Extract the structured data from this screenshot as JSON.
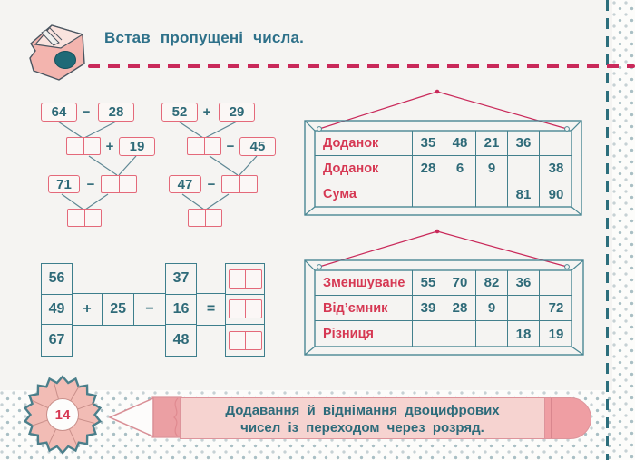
{
  "page": {
    "title": "Встав пропущені числа.",
    "page_number": "14",
    "colors": {
      "accent_red": "#d63853",
      "accent_teal": "#2e6a78",
      "box_border_pink": "#e4697a",
      "frame_teal": "#43808d",
      "dash_red": "#c9295a"
    }
  },
  "icons": {
    "sharpener": "pencil-sharpener-icon",
    "badge": "pencil-shavings-badge",
    "pencil": "pencil-banner"
  },
  "trees": [
    {
      "a": "64",
      "op1": "−",
      "b": "28",
      "op2": "+",
      "c": "19",
      "d": "71",
      "op3": "−"
    },
    {
      "a": "52",
      "op1": "+",
      "b": "29",
      "op2": "−",
      "c": "45",
      "d": "47",
      "op3": "−"
    }
  ],
  "tables": [
    {
      "rows": [
        {
          "label": "Доданок",
          "cells": [
            "35",
            "48",
            "21",
            "36",
            ""
          ]
        },
        {
          "label": "Доданок",
          "cells": [
            "28",
            "6",
            "9",
            "",
            "38"
          ]
        },
        {
          "label": "Сума",
          "cells": [
            "",
            "",
            "",
            "81",
            "90"
          ]
        }
      ]
    },
    {
      "rows": [
        {
          "label": "Зменшуване",
          "cells": [
            "55",
            "70",
            "82",
            "36",
            ""
          ]
        },
        {
          "label": "Від’ємник",
          "cells": [
            "39",
            "28",
            "9",
            "",
            "72"
          ]
        },
        {
          "label": "Різниця",
          "cells": [
            "",
            "",
            "",
            "18",
            "19"
          ]
        }
      ]
    }
  ],
  "chain": {
    "col1": [
      "56",
      "49",
      "67"
    ],
    "op1": "+",
    "middle": "25",
    "op2": "−",
    "col2": [
      "37",
      "16",
      "48"
    ],
    "equals": "="
  },
  "footer": {
    "line1": "Додавання й віднімання двоцифрових",
    "line2": "чисел із переходом через розряд."
  }
}
